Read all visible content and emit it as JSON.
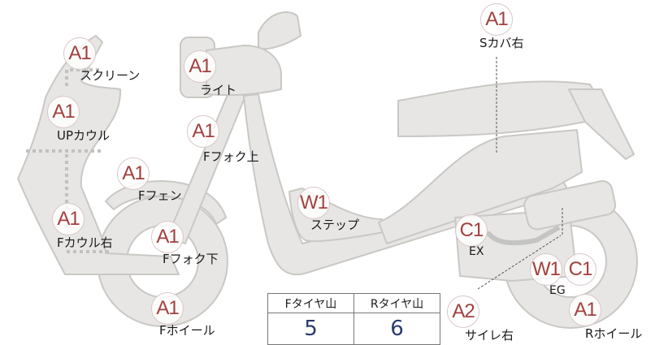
{
  "parts": [
    {
      "grade": "A1",
      "label": "スクリーン"
    },
    {
      "grade": "A1",
      "label": "UPカウル"
    },
    {
      "grade": "A1",
      "label": "Fカウル右"
    },
    {
      "grade": "A1",
      "label": "ライト"
    },
    {
      "grade": "A1",
      "label": "Fフォク上"
    },
    {
      "grade": "A1",
      "label": "Fフェン"
    },
    {
      "grade": "A1",
      "label": "Fフォク下"
    },
    {
      "grade": "A1",
      "label": "Fホイール"
    },
    {
      "grade": "W1",
      "label": "ステップ"
    },
    {
      "grade": "A1",
      "label": "Sカバ右"
    },
    {
      "grade": "C1",
      "label": "EX"
    },
    {
      "grade": "W1",
      "label": "EG"
    },
    {
      "grade": "C1",
      "label": ""
    },
    {
      "grade": "A2",
      "label": "サイレ右"
    },
    {
      "grade": "A1",
      "label": "Rホイール"
    }
  ],
  "tread": {
    "front_header": "Fタイヤ山",
    "rear_header": "Rタイヤ山",
    "front_value": "5",
    "rear_value": "6"
  },
  "colors": {
    "body_fill": "#e7e6e4",
    "body_stroke": "#c9c8c5",
    "grade_text": "#a2403e",
    "tread_value": "#2a3a6e"
  }
}
